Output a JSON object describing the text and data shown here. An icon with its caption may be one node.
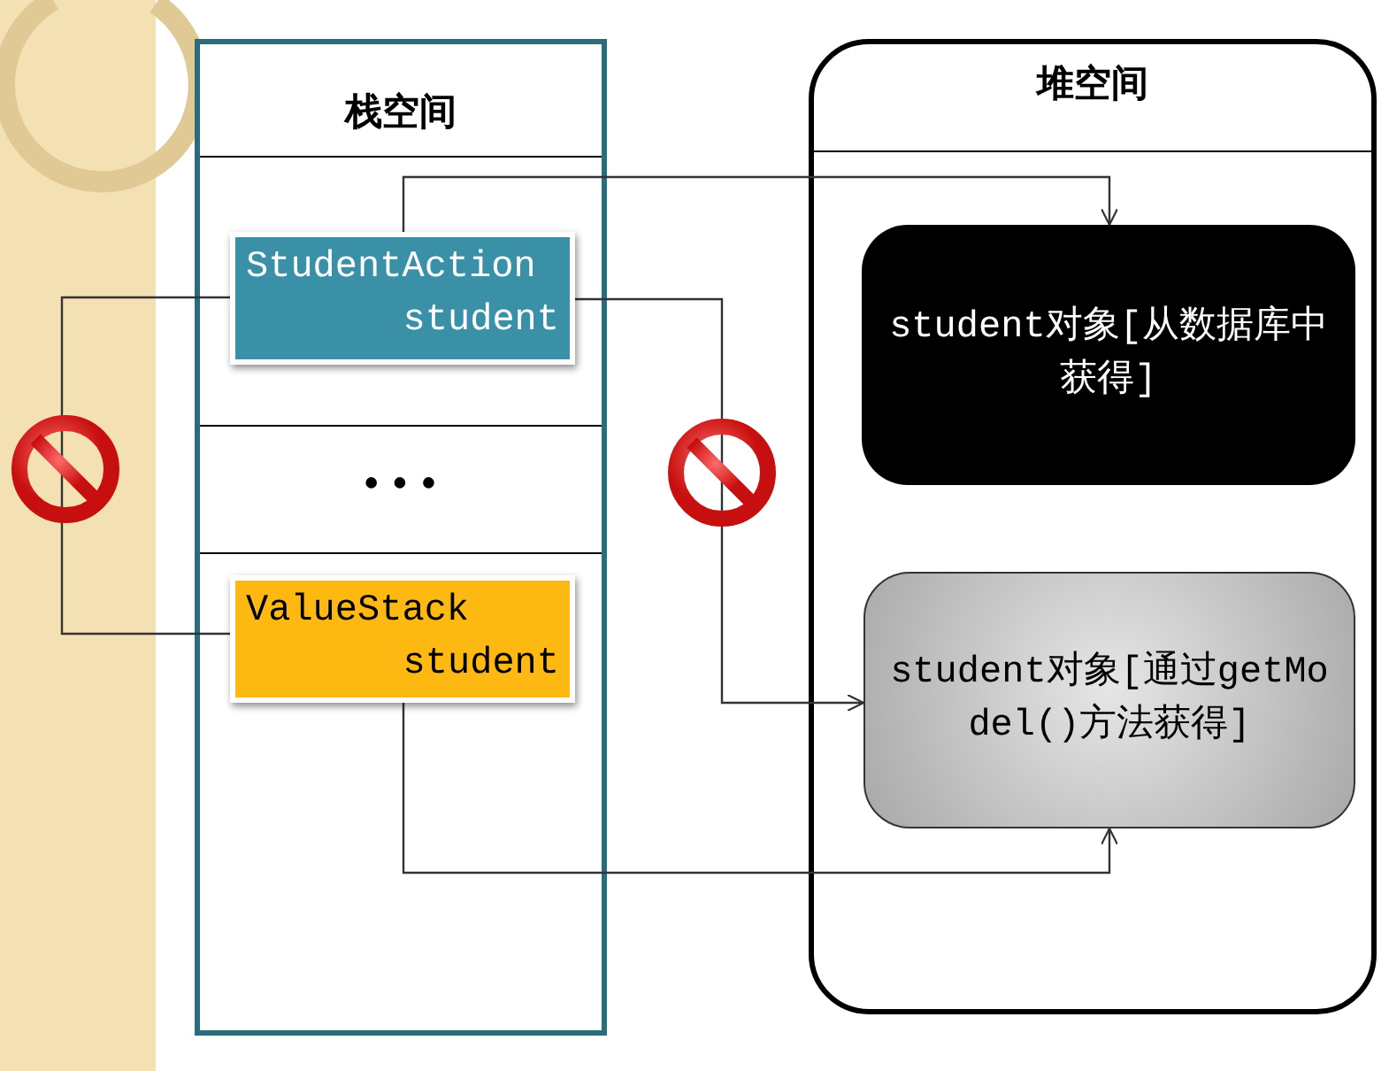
{
  "diagram": {
    "nodes": [
      {
        "text": [
          "栈空间"
        ]
      },
      {
        "text": [
          "StudentAction",
          "student"
        ],
        "in": 0
      },
      {
        "text": [
          "ValueStack",
          "student"
        ],
        "in": 0
      },
      {
        "text": [
          "堆空间"
        ]
      },
      {
        "text": [
          "student对象[从数据库中获得]"
        ],
        "in": 3
      },
      {
        "text": [
          "student对象[通过getModel()方法获得]"
        ],
        "in": 3
      }
    ],
    "edges": [
      {
        "from": 1,
        "to": 4,
        "arrow": "to"
      },
      {
        "from": 1,
        "to": 5,
        "arrow": "to"
      },
      {
        "from": 2,
        "to": 5,
        "arrow": "to"
      },
      {
        "from": 1,
        "to": 2,
        "arrow": "none"
      }
    ],
    "labels": [
      "•••"
    ]
  }
}
